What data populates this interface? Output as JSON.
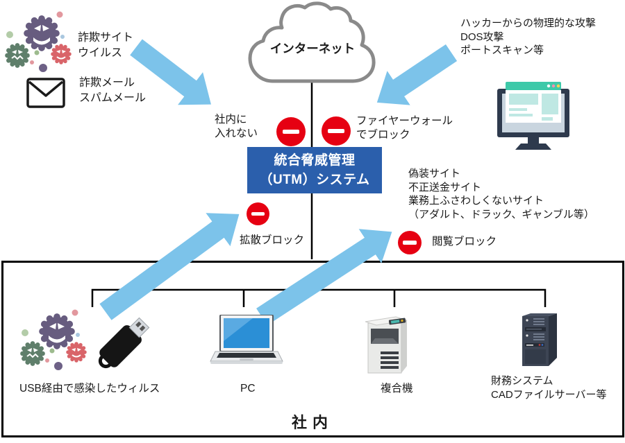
{
  "diagram_title": "UTM network protection diagram",
  "labels": {
    "internet": "インターネット",
    "utm": {
      "line1": "統合脅威管理",
      "line2": "（UTM）システム"
    },
    "threat_web": {
      "line1": "詐欺サイト",
      "line2": "ウイルス"
    },
    "threat_mail": {
      "line1": "詐欺メール",
      "line2": "スパムメール"
    },
    "threat_hacker": {
      "line1": "ハッカーからの物理的な攻撃",
      "line2": "DOS攻撃",
      "line3": "ポートスキャン等"
    },
    "block_entry": {
      "line1": "社内に",
      "line2": "入れない"
    },
    "block_firewall": {
      "line1": "ファイヤーウォール",
      "line2": "でブロック"
    },
    "bad_sites": {
      "line1": "偽装サイト",
      "line2": "不正送金サイト",
      "line3": "業務上ふさわしくないサイト",
      "line4": "（アダルト、ドラック、ギャンブル等）"
    },
    "block_spread": "拡散ブロック",
    "block_browse": "閲覧ブロック",
    "usb_virus": "USB経由で感染したウィルス",
    "pc": "PC",
    "copier": "複合機",
    "server": {
      "line1": "財務システム",
      "line2": "CADファイルサーバー等"
    },
    "company": "社内"
  },
  "colors": {
    "arrow": "#7CC3EA",
    "utm_bg": "#2B5FAC",
    "no_entry_red": "#E60012",
    "line": "#000000",
    "cloud_stroke": "#8A8A8A",
    "virus_purple": "#675C7F",
    "virus_green": "#5F7F6B",
    "virus_red": "#D96469",
    "monitor_dark": "#2E3A4D",
    "browser_teal": "#3EC9A9",
    "laptop_screen": "#2B8FD6"
  },
  "icons": {
    "virus_cluster": "virus-cluster-icon",
    "envelope": "envelope-icon",
    "hacker_monitor": "monitor-icon",
    "cloud": "cloud-icon",
    "no_entry": "no-entry-icon",
    "usb": "usb-drive-icon",
    "laptop": "laptop-icon",
    "copier": "copier-icon",
    "server": "server-tower-icon"
  }
}
